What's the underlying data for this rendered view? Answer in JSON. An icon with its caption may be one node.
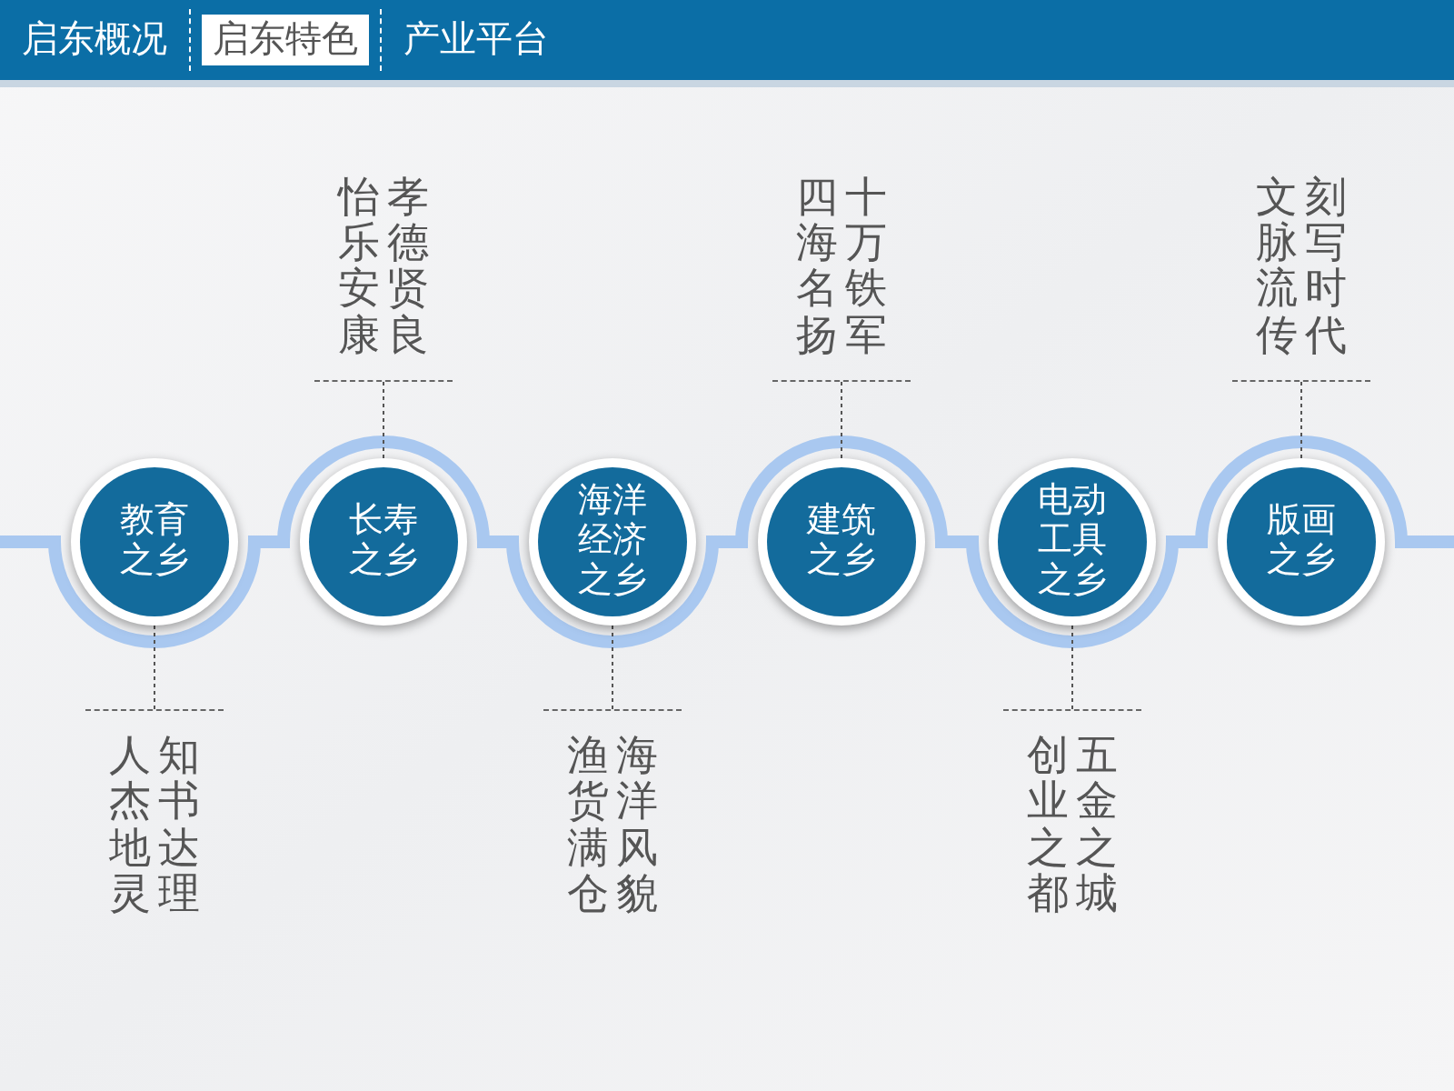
{
  "diagram": {
    "nodes": [
      {
        "text": [
          "教育之乡"
        ]
      },
      {
        "text": [
          "长寿之乡"
        ]
      },
      {
        "text": [
          "海洋经济之乡"
        ]
      },
      {
        "text": [
          "建筑之乡"
        ]
      },
      {
        "text": [
          "电动工具之乡"
        ]
      },
      {
        "text": [
          "版画之乡"
        ]
      },
      {
        "text": [
          "人杰地灵",
          "知书达理"
        ]
      },
      {
        "text": [
          "怡乐安康",
          "孝德贤良"
        ]
      },
      {
        "text": [
          "渔货满仓",
          "海洋风貌"
        ]
      },
      {
        "text": [
          "四海名扬",
          "十万铁军"
        ]
      },
      {
        "text": [
          "创业之都",
          "五金之城"
        ]
      },
      {
        "text": [
          "文脉流传",
          "刻写时代"
        ]
      }
    ],
    "edges": [
      {
        "from": 6,
        "to": 0,
        "arrow": "none",
        "style": "dashed"
      },
      {
        "from": 7,
        "to": 1,
        "arrow": "none",
        "style": "dashed"
      },
      {
        "from": 8,
        "to": 2,
        "arrow": "none",
        "style": "dashed"
      },
      {
        "from": 9,
        "to": 3,
        "arrow": "none",
        "style": "dashed"
      },
      {
        "from": 10,
        "to": 4,
        "arrow": "none",
        "style": "dashed"
      },
      {
        "from": 11,
        "to": 5,
        "arrow": "none",
        "style": "dashed"
      }
    ],
    "labels": [
      "启东概况",
      "启东特色",
      "产业平台"
    ]
  }
}
